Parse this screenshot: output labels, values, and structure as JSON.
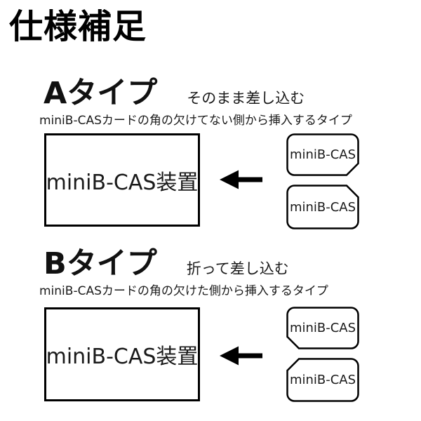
{
  "title": "仕様補足",
  "colors": {
    "background": "#ffffff",
    "ink": "#111111",
    "outline": "#000000"
  },
  "sections": [
    {
      "type_label": "Aタイプ",
      "method": "そのまま差し込む",
      "description": "miniB-CASカードの角の欠けてない側から挿入するタイプ",
      "device_label": "miniB-CAS装置",
      "arrow_icon": "left-arrow",
      "cards": [
        {
          "label": "miniB-CAS",
          "notch": "bottom-right"
        },
        {
          "label": "miniB-CAS",
          "notch": "top-right"
        }
      ]
    },
    {
      "type_label": "Bタイプ",
      "method": "折って差し込む",
      "description": "miniB-CASカードの角の欠けた側から挿入するタイプ",
      "device_label": "miniB-CAS装置",
      "arrow_icon": "left-arrow",
      "cards": [
        {
          "label": "miniB-CAS",
          "notch": "bottom-left"
        },
        {
          "label": "miniB-CAS",
          "notch": "top-left"
        }
      ]
    }
  ]
}
